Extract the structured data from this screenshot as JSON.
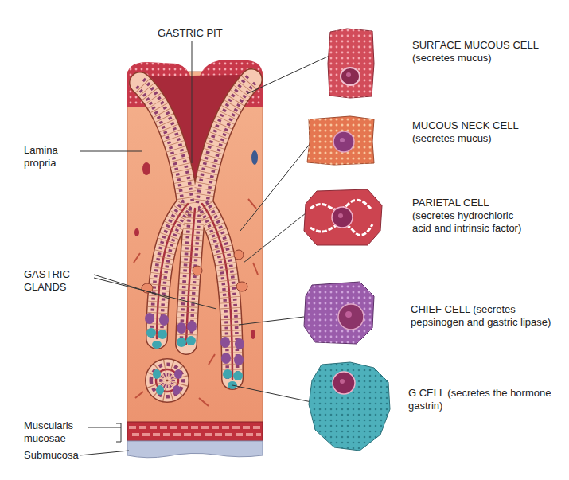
{
  "diagram": {
    "nodes": [
      {
        "text": [
          "SURFACE MUCOUS CELL",
          "(secretes mucus)"
        ]
      },
      {
        "text": [
          "MUCOUS NECK CELL",
          "(secretes mucus)"
        ]
      },
      {
        "text": [
          "PARIETAL CELL",
          "(secretes hydrochloric acid and intrinsic factor)"
        ]
      },
      {
        "text": [
          "CHIEF CELL (secretes pepsinogen and gastric lipase)"
        ]
      },
      {
        "text": [
          "G CELL (secretes the hormone gastrin)"
        ]
      }
    ],
    "labels": [
      "GASTRIC PIT",
      "Lamina propria",
      "GASTRIC GLANDS",
      "Muscularis mucosae",
      "Submucosa"
    ]
  }
}
